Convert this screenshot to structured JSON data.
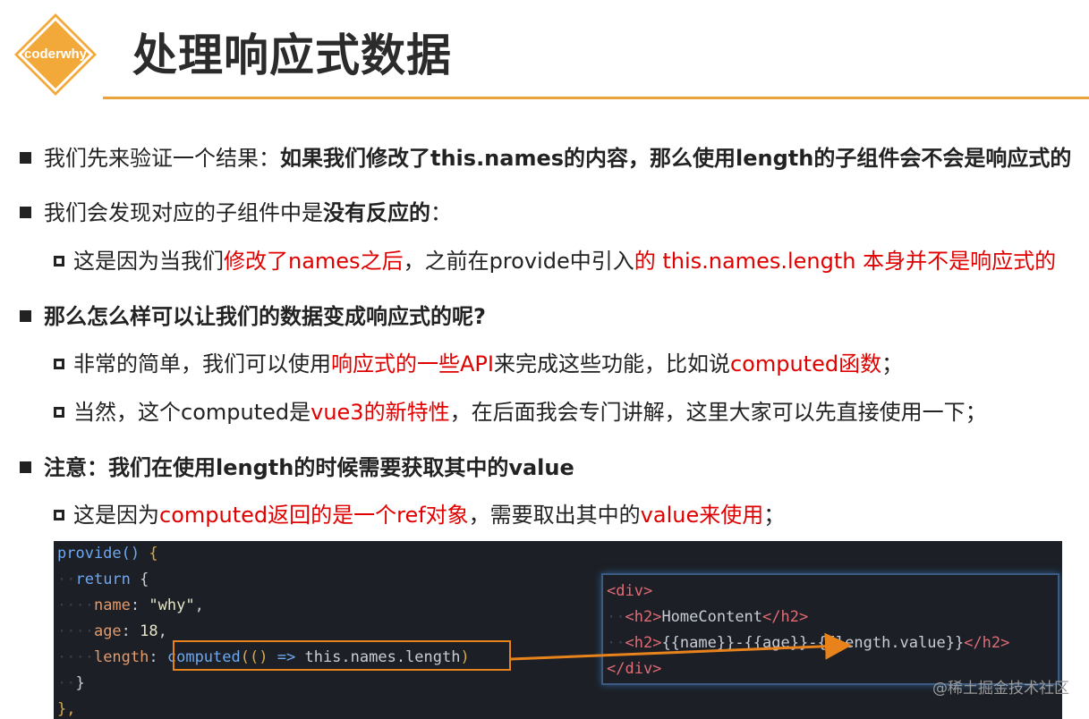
{
  "logo": {
    "text": "coderwhy"
  },
  "title": "处理响应式数据",
  "lines": [
    {
      "parts": [
        "我们先来验证一个结果：",
        "如果我们修改了this.names的内容，那么使用length的子组件会不会是响应式的"
      ]
    },
    {
      "parts": [
        "我们会发现对应的子组件中是",
        "没有反应的",
        "："
      ]
    },
    {
      "parts": [
        "这是因为当我们",
        "修改了names之后",
        "，之前在provide中引入",
        "的 this.names.length 本身并不是响应式的"
      ]
    },
    {
      "parts": [
        "那么怎么样可以让我们的数据变成响应式的呢?"
      ]
    },
    {
      "parts": [
        "非常的简单，我们可以使用",
        "响应式的一些API",
        "来完成这些功能，比如说",
        "computed函数",
        "；"
      ]
    },
    {
      "parts": [
        "当然，这个computed是",
        "vue3的新特性",
        "，在后面我会专门讲解，这里大家可以先直接使用一下；"
      ]
    },
    {
      "parts": [
        "注意：我们在使用length的时候需要获取其中的value"
      ]
    },
    {
      "parts": [
        "这是因为",
        "computed返回的是一个ref对象",
        "，需要取出其中的",
        "value来使用",
        "；"
      ]
    }
  ],
  "code": {
    "left": {
      "provide": "provide()",
      "open_brace": "{",
      "return_kw": "return",
      "return_brace": "{",
      "name_key": "name",
      "name_val": "\"why\"",
      "age_key": "age",
      "age_val": "18",
      "length_key": "length",
      "computed": "computed",
      "paren_open": "((",
      "paren_inner": ")",
      "arrow": "=>",
      "expr": "this.names.length",
      "paren_close": ")",
      "close_inner": "}",
      "close_outer": "},"
    },
    "right": {
      "div_open": "<div>",
      "h2_1_open": "<h2>",
      "h2_1_text": "HomeContent",
      "h2_1_close": "</h2>",
      "h2_2_open": "<h2>",
      "h2_2_text_a": "{{name}}-{{age}}-",
      "h2_2_text_b": "{{length.value}}",
      "h2_2_close": "</h2>",
      "div_close": "</div>"
    }
  },
  "watermark": "@稀土掘金技术社区",
  "colors": {
    "accent": "#e8a33a",
    "red": "#e00000",
    "arrow": "#e8831c"
  }
}
